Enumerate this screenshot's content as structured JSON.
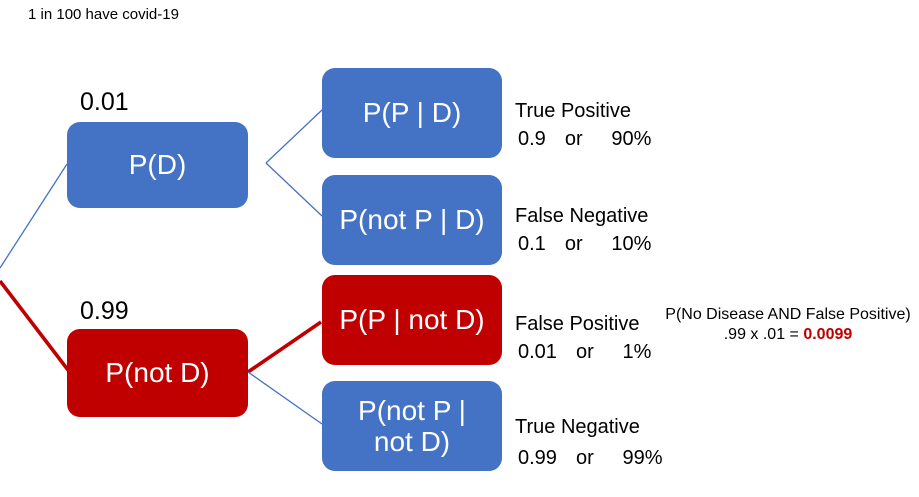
{
  "title": "1 in 100 have covid-19",
  "colors": {
    "blue": "#4472C4",
    "red": "#C00000",
    "line_blue": "#4472C4",
    "text": "#000000",
    "bg": "#FFFFFF"
  },
  "tree": {
    "branch_probabilities": {
      "disease": "0.01",
      "no_disease": "0.99"
    },
    "nodes": {
      "disease": {
        "label": "P(D)",
        "color": "blue"
      },
      "no_disease": {
        "label": "P(not D)",
        "color": "red"
      },
      "true_positive": {
        "label": "P(P | D)",
        "color": "blue",
        "caption": "True Positive",
        "value": "0.9  or   90%"
      },
      "false_negative": {
        "label": "P(not P | D)",
        "color": "blue",
        "caption": "False Negative",
        "value": "0.1  or   10%"
      },
      "false_positive": {
        "label": "P(P | not D)",
        "color": "red",
        "caption": "False Positive",
        "value": "0.01  or   1%"
      },
      "true_negative": {
        "label": "P(not P |\nnot D)",
        "color": "blue",
        "caption": "True Negative",
        "value": "0.99  or   99%"
      }
    }
  },
  "annotation": {
    "heading": "P(No Disease AND False Positive)",
    "formula_prefix": ".99 x .01 = ",
    "formula_result": "0.0099"
  }
}
